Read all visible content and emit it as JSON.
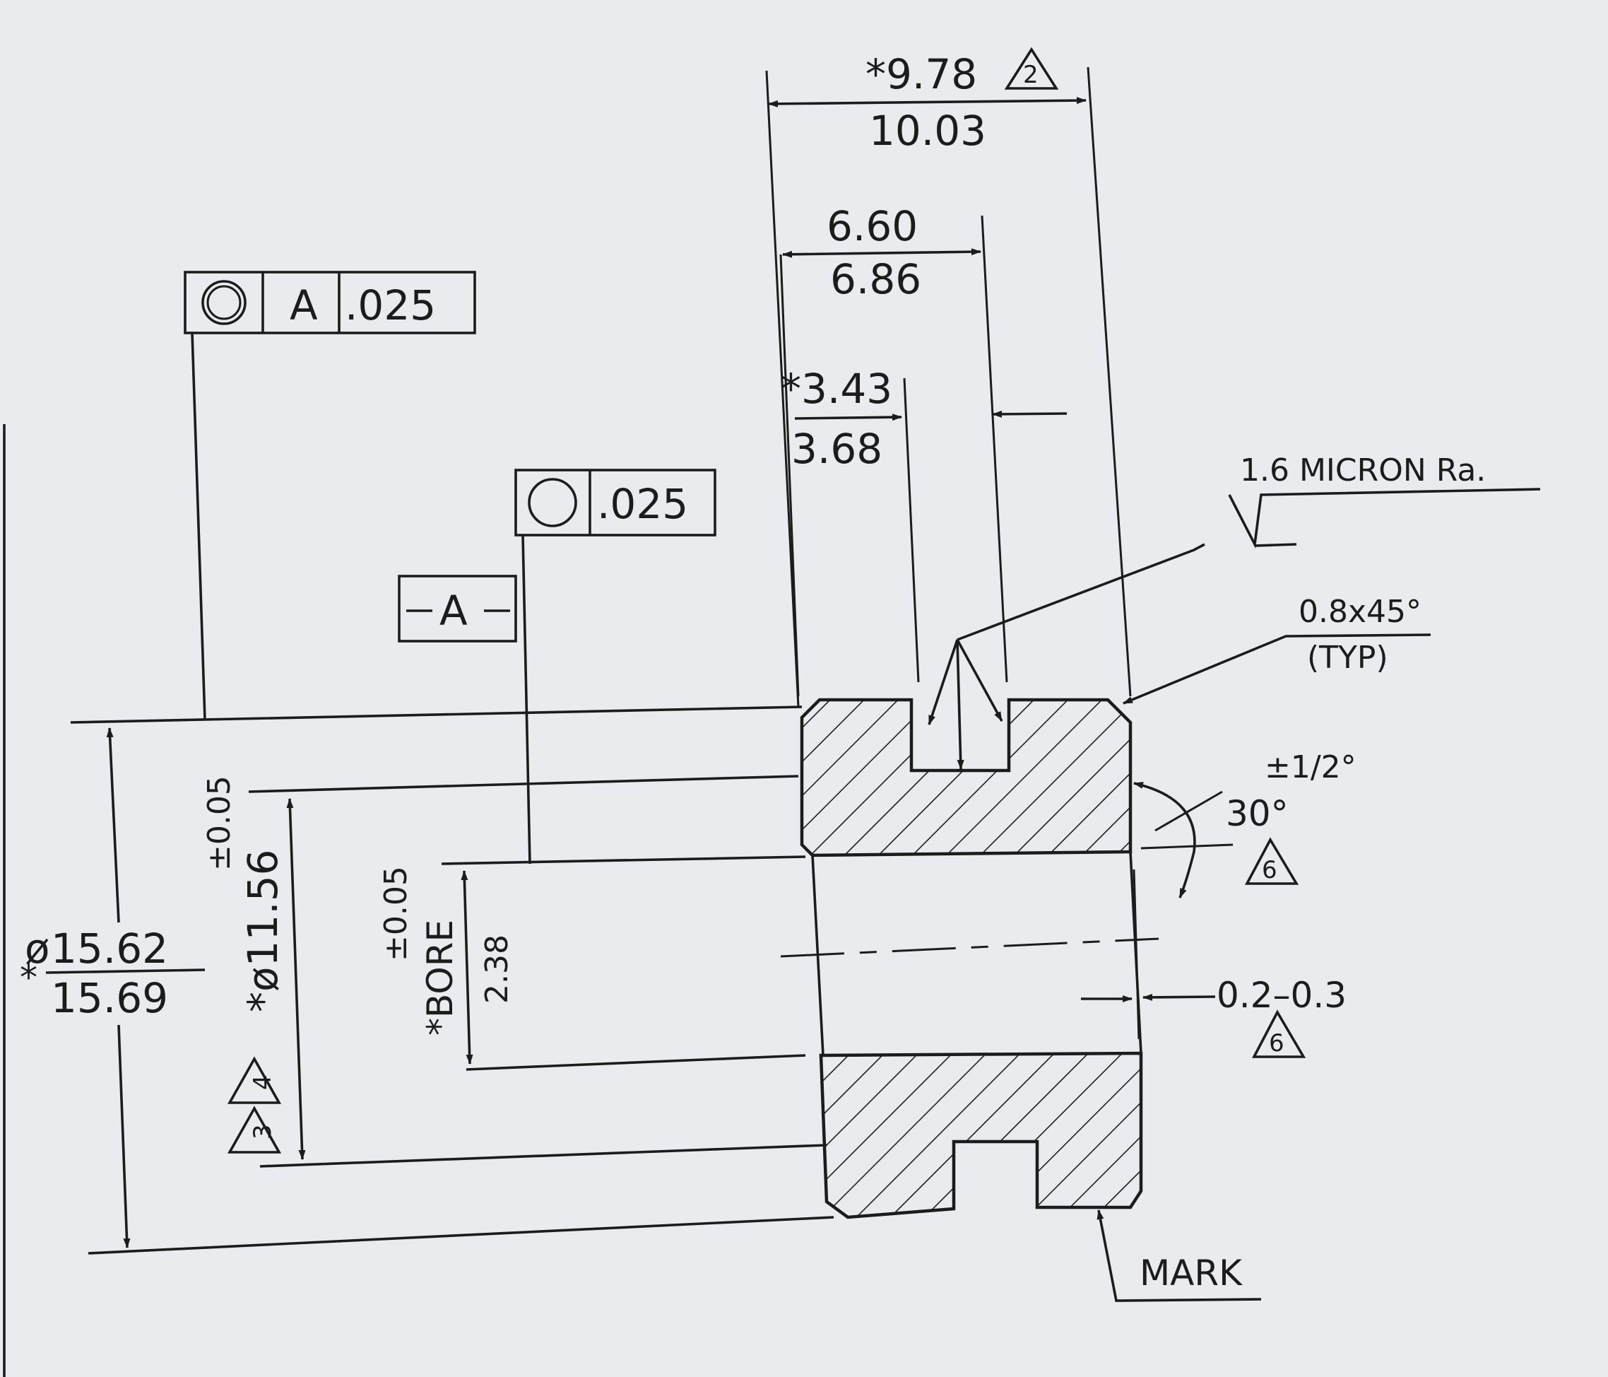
{
  "dimensions": {
    "overall_length_min": "*9.78",
    "overall_length_max": "10.03",
    "groove_position_min": "6.60",
    "groove_position_max": "6.86",
    "groove_start_min": "*3.43",
    "groove_start_max": "3.68",
    "outer_diameter_min": "15.62",
    "outer_diameter_max": "15.69",
    "outer_diameter_prefix": "ø",
    "star": "*",
    "hub_diameter": "*ø11.56",
    "hub_diameter_tol": "±0.05",
    "bore_label": "*BORE",
    "bore_value": "2.38",
    "bore_tol": "±0.05",
    "chamfer_size": "0.8x45°",
    "chamfer_note": "(TYP)",
    "chamfer_angle": "30°",
    "chamfer_angle_tol": "±1/2°",
    "relief_depth": "0.2–0.3"
  },
  "surface_finish": {
    "label": "1.6 MICRON Ra."
  },
  "gdt": {
    "frame1": {
      "symbol": "circularity-icon",
      "datum": "A",
      "tolerance": ".025"
    },
    "frame2": {
      "symbol": "circularity-icon",
      "tolerance": ".025"
    },
    "datum_label": "A"
  },
  "notes": {
    "flag_2": "2",
    "flag_3": "3",
    "flag_4": "4",
    "flag_6a": "6",
    "flag_6b": "6",
    "mark": "MARK"
  }
}
